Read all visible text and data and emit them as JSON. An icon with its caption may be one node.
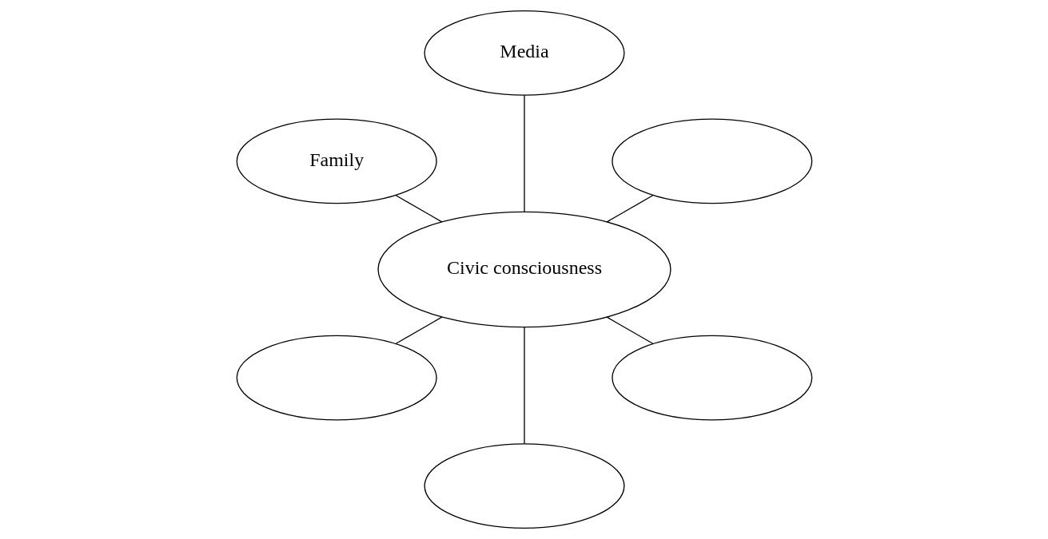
{
  "diagram": {
    "nodes": [
      {
        "text": [],
        "shape": "ellipse"
      },
      {
        "text": [
          "Media"
        ]
      },
      {
        "text": [
          "Family"
        ]
      },
      {
        "text": [
          "Civic consciousness"
        ]
      },
      {
        "text": [],
        "shape": "ellipse"
      },
      {
        "text": [],
        "shape": "ellipse"
      },
      {
        "text": [],
        "shape": "ellipse"
      }
    ],
    "edges": [
      {
        "from": 3,
        "to": 0,
        "arrow": "none"
      },
      {
        "from": 3,
        "to": 1,
        "arrow": "none"
      },
      {
        "from": 3,
        "to": 2,
        "arrow": "none"
      },
      {
        "from": 3,
        "to": 4,
        "arrow": "none"
      },
      {
        "from": 3,
        "to": 5,
        "arrow": "none"
      },
      {
        "from": 3,
        "to": 6,
        "arrow": "none"
      }
    ]
  }
}
